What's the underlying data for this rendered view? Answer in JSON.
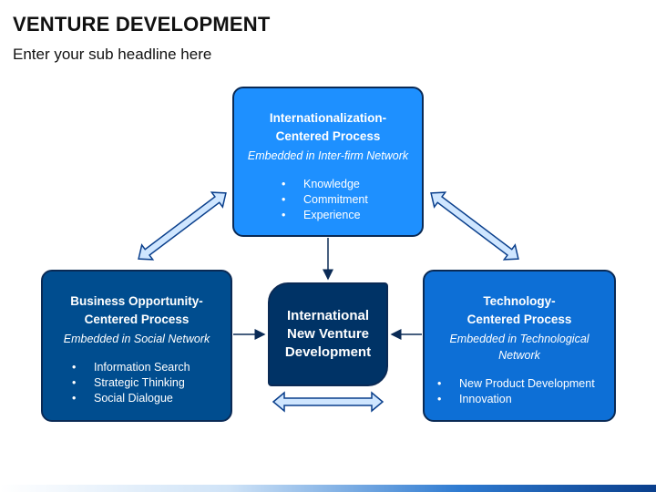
{
  "header": {
    "title": "VENTURE DEVELOPMENT",
    "subtitle": "Enter your sub headline here"
  },
  "boxes": {
    "top": {
      "title": "Internationalization-Centered Process",
      "subtitle": "Embedded in Inter-firm Network",
      "bullets": [
        "Knowledge",
        "Commitment",
        "Experience"
      ]
    },
    "left": {
      "title": "Business Opportunity-Centered Process",
      "subtitle": "Embedded in Social Network",
      "bullets": [
        "Information Search",
        "Strategic Thinking",
        "Social Dialogue"
      ]
    },
    "right": {
      "title": "Technology-Centered Process",
      "subtitle": "Embedded in Technological Network",
      "bullets": [
        "New Product Development",
        "Innovation"
      ]
    },
    "center": {
      "title": "International New Venture Development"
    }
  },
  "colors": {
    "top_box": "#1e90ff",
    "left_box": "#004d8f",
    "right_box": "#0d6fd6",
    "center_box": "#003366",
    "double_arrow_fill": "#cfe6ff",
    "connector": "#0a2a55"
  }
}
